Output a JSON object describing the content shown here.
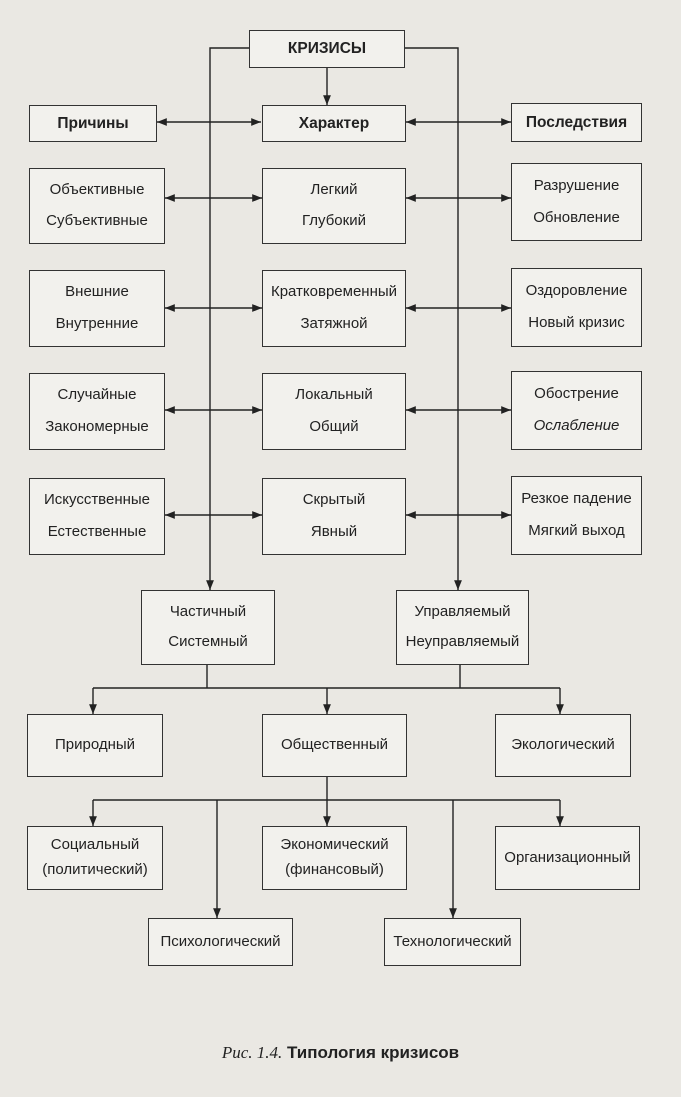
{
  "nodes": {
    "root": "КРИЗИСЫ",
    "causes": "Причины",
    "character": "Характер",
    "consequences": "Последствия",
    "r1": {
      "causes": [
        "Объективные",
        "Субъективные"
      ],
      "character": [
        "Легкий",
        "Глубокий"
      ],
      "consequences": [
        "Разрушение",
        "Обновление"
      ]
    },
    "r2": {
      "causes": [
        "Внешние",
        "Внутренние"
      ],
      "character": [
        "Кратковременный",
        "Затяжной"
      ],
      "consequences": [
        "Оздоровление",
        "Новый кризис"
      ]
    },
    "r3": {
      "causes": [
        "Случайные",
        "Закономерные"
      ],
      "character": [
        "Локальный",
        "Общий"
      ],
      "consequences": [
        "Обострение",
        "Ослабление"
      ]
    },
    "r4": {
      "causes": [
        "Искусственные",
        "Естественные"
      ],
      "character": [
        "Скрытый",
        "Явный"
      ],
      "consequences": [
        "Резкое падение",
        "Мягкий выход"
      ]
    },
    "partial": [
      "Частичный",
      "Системный"
    ],
    "managed": [
      "Управляемый",
      "Неуправляемый"
    ],
    "natural": "Природный",
    "social": "Общественный",
    "ecological": "Экологический",
    "social_political": [
      "Социальный",
      "(политический)"
    ],
    "economic": [
      "Экономический",
      "(финансовый)"
    ],
    "organizational": "Организационный",
    "psychological": "Психологический",
    "technological": "Технологический"
  },
  "caption": {
    "fig": "Рис. 1.4.",
    "title": "Типология кризисов"
  }
}
